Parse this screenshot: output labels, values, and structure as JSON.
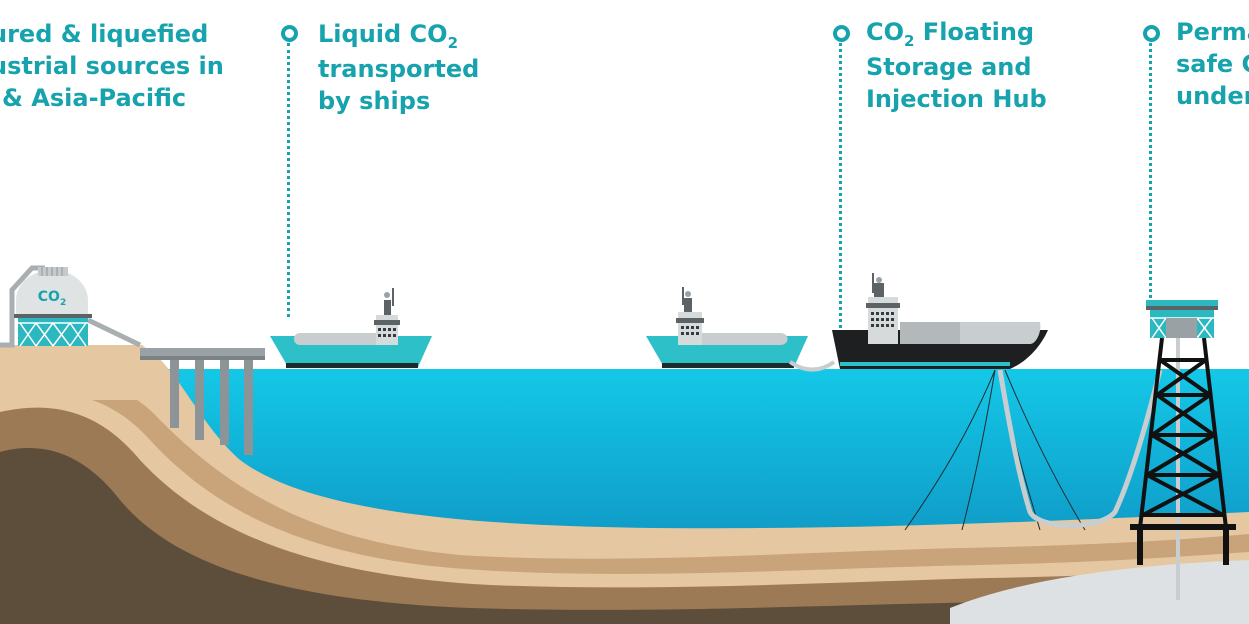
{
  "callouts": {
    "source": {
      "lines": [
        "ured & liquefied",
        "ustrial sources in",
        "& Asia-Pacific"
      ]
    },
    "ships": {
      "line1_text": "Liquid CO",
      "line1_sub": "2",
      "line2": "transported",
      "line3": "by ships"
    },
    "hub": {
      "line1_pre": "CO",
      "line1_sub": "2",
      "line1_post": " Floating",
      "line2": "Storage and",
      "line3": "Injection Hub"
    },
    "storage": {
      "lines": [
        "Perma",
        "safe C",
        "under"
      ]
    }
  },
  "tank_label": {
    "text": "CO",
    "sub": "2"
  },
  "colors": {
    "accent": "#16a3ad",
    "sea_top": "#13c6e6",
    "sea_bottom": "#0e86b7",
    "sand": "#e3c49d",
    "dark_earth": "#5c4c3a",
    "hull": "#2ec0c8"
  }
}
